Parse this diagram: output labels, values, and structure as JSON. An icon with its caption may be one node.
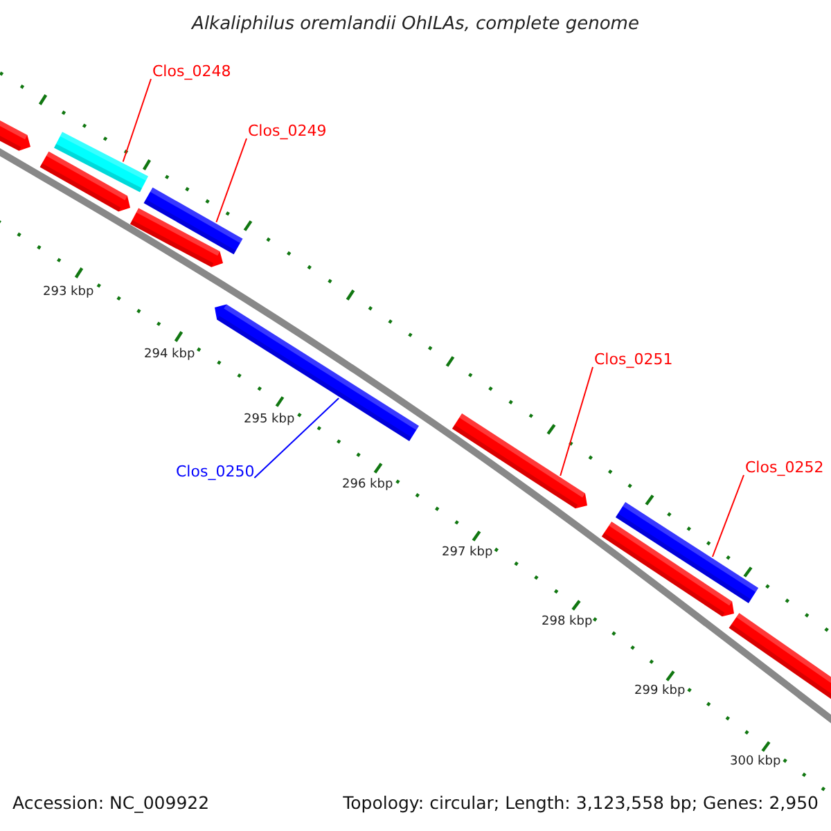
{
  "diagram": {
    "title": "Alkaliphilus oremlandii OhILAs, complete genome",
    "nodes": [
      {
        "text": [],
        "shape": "bar"
      },
      {
        "text": [],
        "shape": "bar"
      },
      {
        "text": [],
        "shape": "bar"
      },
      {
        "text": [],
        "shape": "bar"
      },
      {
        "text": [],
        "shape": "bar"
      },
      {
        "text": [],
        "shape": "bar"
      },
      {
        "text": [],
        "shape": "bar"
      },
      {
        "text": [],
        "shape": "bar"
      },
      {
        "text": [],
        "shape": "bar"
      },
      {
        "text": [],
        "shape": "bar"
      },
      {
        "text": [
          "Clos_0248"
        ]
      },
      {
        "text": [
          "Clos_0249"
        ]
      },
      {
        "text": [
          "Clos_0251"
        ]
      },
      {
        "text": [
          "Clos_0252"
        ]
      },
      {
        "text": [
          "Clos_0250"
        ]
      }
    ],
    "edges": [
      {
        "from": 10,
        "to": 1,
        "arrow": "none"
      },
      {
        "from": 11,
        "to": 3,
        "arrow": "none"
      },
      {
        "from": 12,
        "to": 6,
        "arrow": "none"
      },
      {
        "from": 13,
        "to": 7,
        "arrow": "none"
      },
      {
        "from": 14,
        "to": 5,
        "arrow": "none",
        "color": "#0000ff"
      }
    ],
    "labels": [
      "293 kbp",
      "294 kbp",
      "295 kbp",
      "296 kbp",
      "297 kbp",
      "298 kbp",
      "299 kbp",
      "300 kbp",
      "Accession: NC_009922",
      "Topology: circular; Length: 3,123,558 bp; Genes: 2,950"
    ]
  }
}
